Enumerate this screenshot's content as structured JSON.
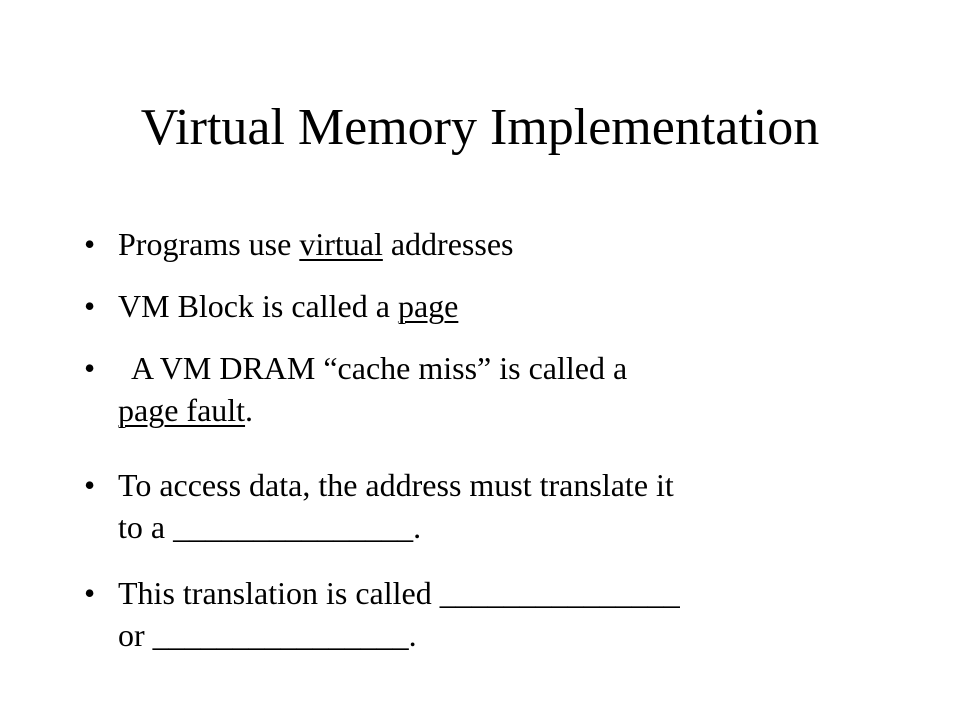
{
  "slide": {
    "title": "Virtual Memory Implementation",
    "bullet_symbol": "•",
    "bullets": [
      {
        "before": "Programs use ",
        "underlined": "virtual",
        "after": " addresses"
      },
      {
        "before": "VM Block is called a ",
        "underlined": "page",
        "after": ""
      },
      {
        "line1": "A VM DRAM “cache miss” is called a",
        "underlined": "page fault",
        "after": "."
      },
      {
        "line1": "To access data, the address must translate it",
        "line2": "to a _______________."
      },
      {
        "line1": "This translation is called _______________",
        "line2": "or ________________."
      }
    ]
  }
}
